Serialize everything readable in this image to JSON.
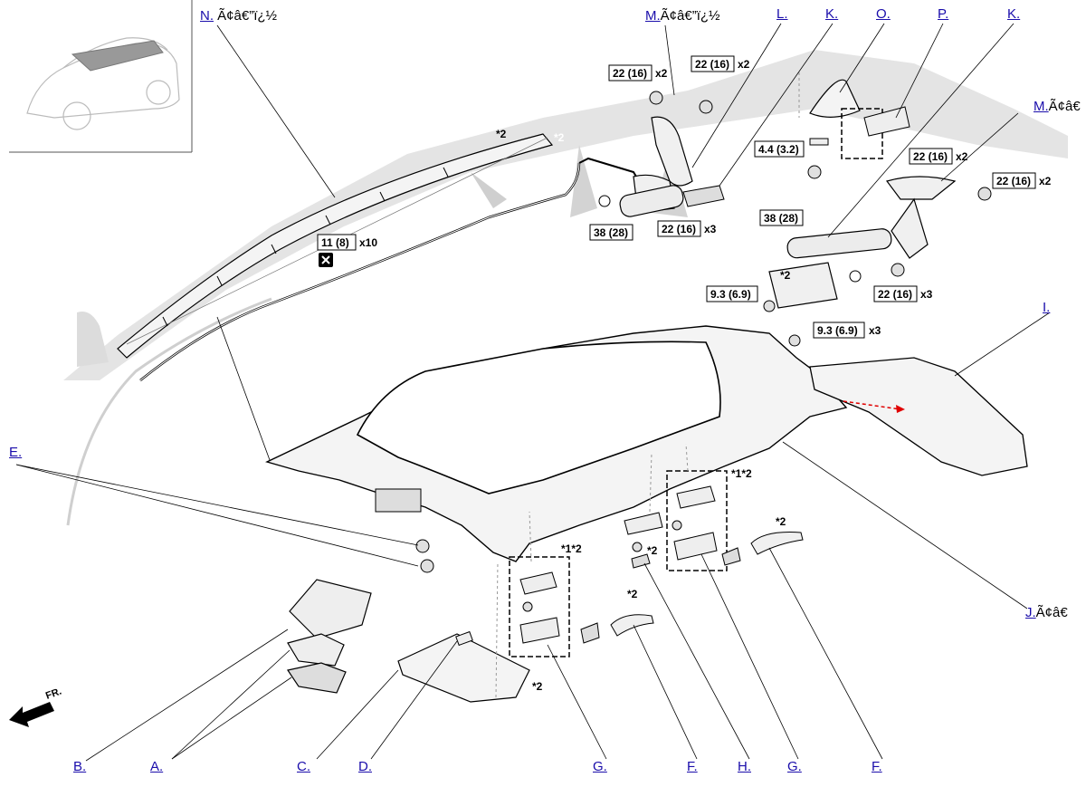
{
  "callouts": [
    {
      "id": "N",
      "label": "N.",
      "suffix": "Ã¢â€”ï¿½"
    },
    {
      "id": "M1",
      "label": "M.",
      "suffix": "Ã¢â€”ï¿½"
    },
    {
      "id": "L",
      "label": "L.",
      "suffix": ""
    },
    {
      "id": "K1",
      "label": "K.",
      "suffix": ""
    },
    {
      "id": "O",
      "label": "O.",
      "suffix": ""
    },
    {
      "id": "P",
      "label": "P.",
      "suffix": ""
    },
    {
      "id": "K2",
      "label": "K.",
      "suffix": ""
    },
    {
      "id": "M2",
      "label": "M.",
      "suffix": "Ã¢â€"
    },
    {
      "id": "I",
      "label": "I.",
      "suffix": ""
    },
    {
      "id": "E",
      "label": "E.",
      "suffix": ""
    },
    {
      "id": "J",
      "label": "J.",
      "suffix": "Ã¢â€"
    },
    {
      "id": "B",
      "label": "B.",
      "suffix": ""
    },
    {
      "id": "A",
      "label": "A.",
      "suffix": ""
    },
    {
      "id": "C",
      "label": "C.",
      "suffix": ""
    },
    {
      "id": "D",
      "label": "D.",
      "suffix": ""
    },
    {
      "id": "G1",
      "label": "G.",
      "suffix": ""
    },
    {
      "id": "F1",
      "label": "F.",
      "suffix": ""
    },
    {
      "id": "H",
      "label": "H.",
      "suffix": ""
    },
    {
      "id": "G2",
      "label": "G.",
      "suffix": ""
    },
    {
      "id": "F2",
      "label": "F.",
      "suffix": ""
    }
  ],
  "torques": [
    {
      "value": "22 (16)",
      "qty": "x2"
    },
    {
      "value": "22 (16)",
      "qty": "x2"
    },
    {
      "value": "4.4 (3.2)",
      "qty": ""
    },
    {
      "value": "22 (16)",
      "qty": "x2"
    },
    {
      "value": "22 (16)",
      "qty": "x2"
    },
    {
      "value": "11 (8)",
      "qty": "x10"
    },
    {
      "value": "38 (28)",
      "qty": ""
    },
    {
      "value": "22 (16)",
      "qty": "x3"
    },
    {
      "value": "38 (28)",
      "qty": ""
    },
    {
      "value": "9.3 (6.9)",
      "qty": ""
    },
    {
      "value": "22 (16)",
      "qty": "x3"
    },
    {
      "value": "9.3 (6.9)",
      "qty": "x3"
    }
  ],
  "notes": [
    "*2",
    "*2",
    "*1*2",
    "*2",
    "*1*2",
    "*2",
    "*2",
    "*2",
    "*2"
  ],
  "direction_label": "FR.",
  "colors": {
    "line": "#000000",
    "link": "#1a0dab",
    "ghost": "#d9d9d9",
    "part_fill": "#f2f2f2",
    "arrow_red": "#e00000"
  }
}
